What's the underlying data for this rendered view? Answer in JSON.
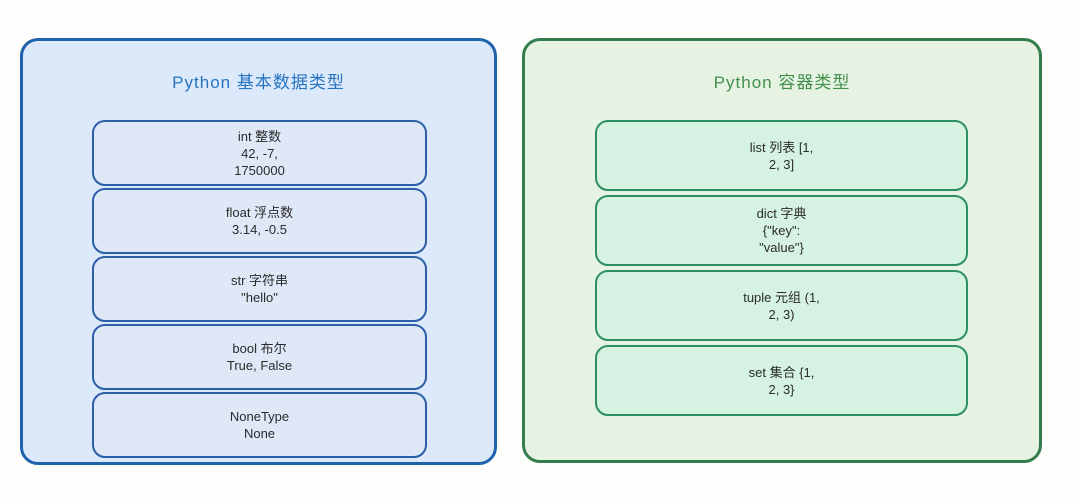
{
  "diagram": {
    "background_color": "#fdfdfb",
    "text_color": "#2b2b2b",
    "panels": [
      {
        "id": "basic",
        "title": "Python 基本数据类型",
        "theme": {
          "panel_bg": "#dbe9fb",
          "panel_border": "#1e63ac",
          "title_color": "#2673c0",
          "box_bg": "#dee8f7",
          "box_border": "#2c5fa8"
        },
        "items": [
          {
            "name": "int",
            "lines": [
              "int 整数",
              "42, -7,",
              "1750000"
            ]
          },
          {
            "name": "float",
            "lines": [
              "float 浮点数",
              "3.14, -0.5"
            ]
          },
          {
            "name": "str",
            "lines": [
              "str 字符串",
              "\"hello\""
            ]
          },
          {
            "name": "bool",
            "lines": [
              "bool 布尔",
              "True, False"
            ]
          },
          {
            "name": "nonetype",
            "lines": [
              "NoneType",
              "None"
            ]
          }
        ]
      },
      {
        "id": "container",
        "title": "Python 容器类型",
        "theme": {
          "panel_bg": "#e6f3e3",
          "panel_border": "#337c4b",
          "title_color": "#43904d",
          "box_bg": "#d5f2e3",
          "box_border": "#2c8f62"
        },
        "items": [
          {
            "name": "list",
            "lines": [
              "list 列表 [1,",
              "2, 3]"
            ]
          },
          {
            "name": "dict",
            "lines": [
              "dict 字典",
              "{\"key\":",
              "\"value\"}"
            ]
          },
          {
            "name": "tuple",
            "lines": [
              "tuple 元组 (1,",
              "2, 3)"
            ]
          },
          {
            "name": "set",
            "lines": [
              "set 集合 {1,",
              "2, 3}"
            ]
          }
        ]
      }
    ]
  }
}
